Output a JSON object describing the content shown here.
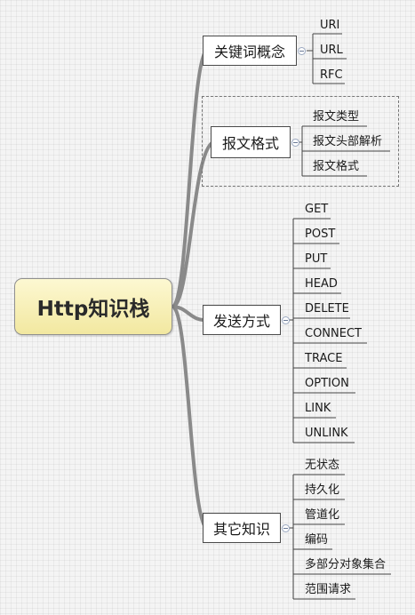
{
  "root": {
    "label": "Http知识栈"
  },
  "branches": [
    {
      "label": "关键词概念",
      "leaves": [
        "URI",
        "URL",
        "RFC"
      ]
    },
    {
      "label": "报文格式",
      "leaves": [
        "报文类型",
        "报文头部解析",
        "报文格式"
      ]
    },
    {
      "label": "发送方式",
      "leaves": [
        "GET",
        "POST",
        "PUT",
        "HEAD",
        "DELETE",
        "CONNECT",
        "TRACE",
        "OPTION",
        "LINK",
        "UNLINK"
      ]
    },
    {
      "label": "其它知识",
      "leaves": [
        "无状态",
        "持久化",
        "管道化",
        "编码",
        "多部分对象集合",
        "范围请求"
      ]
    }
  ],
  "colors": {
    "root_fill": "#f6eeb4",
    "trunk": "#8a8a8a",
    "leaf_line": "#444444",
    "toggle": "#9aa8c0"
  }
}
